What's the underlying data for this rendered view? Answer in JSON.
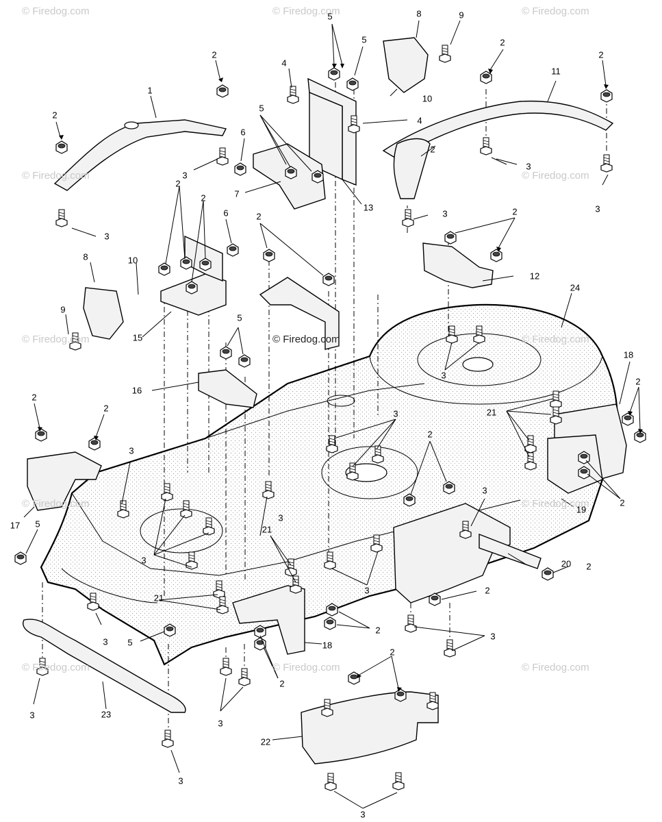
{
  "watermark": {
    "text": "© Firedog.com",
    "center_text": "© Firedog.com"
  },
  "callouts": [
    {
      "id": "c1",
      "text": "1"
    },
    {
      "id": "c2a",
      "text": "2"
    },
    {
      "id": "c2b",
      "text": "2"
    },
    {
      "id": "c2c",
      "text": "2"
    },
    {
      "id": "c2d",
      "text": "2"
    },
    {
      "id": "c2e",
      "text": "2"
    },
    {
      "id": "c2f",
      "text": "2"
    },
    {
      "id": "c2g",
      "text": "2"
    },
    {
      "id": "c2h",
      "text": "2"
    },
    {
      "id": "c2i",
      "text": "2"
    },
    {
      "id": "c2j",
      "text": "2"
    },
    {
      "id": "c2k",
      "text": "2"
    },
    {
      "id": "c2l",
      "text": "2"
    },
    {
      "id": "c2m",
      "text": "2"
    },
    {
      "id": "c2n",
      "text": "2"
    },
    {
      "id": "c2o",
      "text": "2"
    },
    {
      "id": "c2p",
      "text": "2"
    },
    {
      "id": "c2q",
      "text": "2"
    },
    {
      "id": "c2r",
      "text": "2"
    },
    {
      "id": "c2s",
      "text": "2"
    },
    {
      "id": "c3a",
      "text": "3"
    },
    {
      "id": "c3b",
      "text": "3"
    },
    {
      "id": "c3c",
      "text": "3"
    },
    {
      "id": "c3d",
      "text": "3"
    },
    {
      "id": "c3e",
      "text": "3"
    },
    {
      "id": "c3f",
      "text": "3"
    },
    {
      "id": "c3g",
      "text": "3"
    },
    {
      "id": "c3h",
      "text": "3"
    },
    {
      "id": "c3i",
      "text": "3"
    },
    {
      "id": "c3j",
      "text": "3"
    },
    {
      "id": "c3k",
      "text": "3"
    },
    {
      "id": "c3l",
      "text": "3"
    },
    {
      "id": "c3m",
      "text": "3"
    },
    {
      "id": "c3n",
      "text": "3"
    },
    {
      "id": "c3o",
      "text": "3"
    },
    {
      "id": "c3p",
      "text": "3"
    },
    {
      "id": "c3q",
      "text": "3"
    },
    {
      "id": "c3r",
      "text": "3"
    },
    {
      "id": "c4a",
      "text": "4"
    },
    {
      "id": "c4b",
      "text": "4"
    },
    {
      "id": "c5a",
      "text": "5"
    },
    {
      "id": "c5b",
      "text": "5"
    },
    {
      "id": "c5c",
      "text": "5"
    },
    {
      "id": "c5d",
      "text": "5"
    },
    {
      "id": "c5e",
      "text": "5"
    },
    {
      "id": "c5f",
      "text": "5"
    },
    {
      "id": "c6a",
      "text": "6"
    },
    {
      "id": "c6b",
      "text": "6"
    },
    {
      "id": "c7",
      "text": "7"
    },
    {
      "id": "c8a",
      "text": "8"
    },
    {
      "id": "c8b",
      "text": "8"
    },
    {
      "id": "c9a",
      "text": "9"
    },
    {
      "id": "c9b",
      "text": "9"
    },
    {
      "id": "c10a",
      "text": "10"
    },
    {
      "id": "c10b",
      "text": "10"
    },
    {
      "id": "c11",
      "text": "11"
    },
    {
      "id": "c12",
      "text": "12"
    },
    {
      "id": "c13",
      "text": "13"
    },
    {
      "id": "c15",
      "text": "15"
    },
    {
      "id": "c16",
      "text": "16"
    },
    {
      "id": "c17",
      "text": "17"
    },
    {
      "id": "c18a",
      "text": "18"
    },
    {
      "id": "c18b",
      "text": "18"
    },
    {
      "id": "c19",
      "text": "19"
    },
    {
      "id": "c20",
      "text": "20"
    },
    {
      "id": "c21a",
      "text": "21"
    },
    {
      "id": "c21b",
      "text": "21"
    },
    {
      "id": "c21c",
      "text": "21"
    },
    {
      "id": "c22",
      "text": "22"
    },
    {
      "id": "c23",
      "text": "23"
    },
    {
      "id": "c24",
      "text": "24"
    }
  ]
}
